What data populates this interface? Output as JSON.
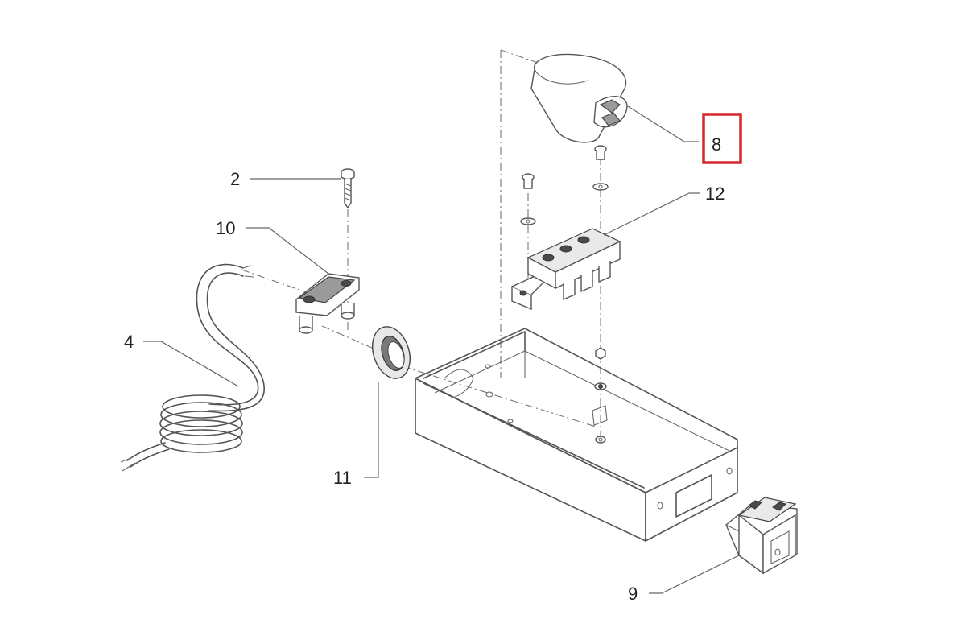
{
  "labels": {
    "part_2": "2",
    "part_10": "10",
    "part_4": "4",
    "part_11": "11",
    "part_8": "8",
    "part_12": "12",
    "part_9": "9"
  },
  "highlight": {
    "label": "8",
    "color": "#d9262a"
  }
}
